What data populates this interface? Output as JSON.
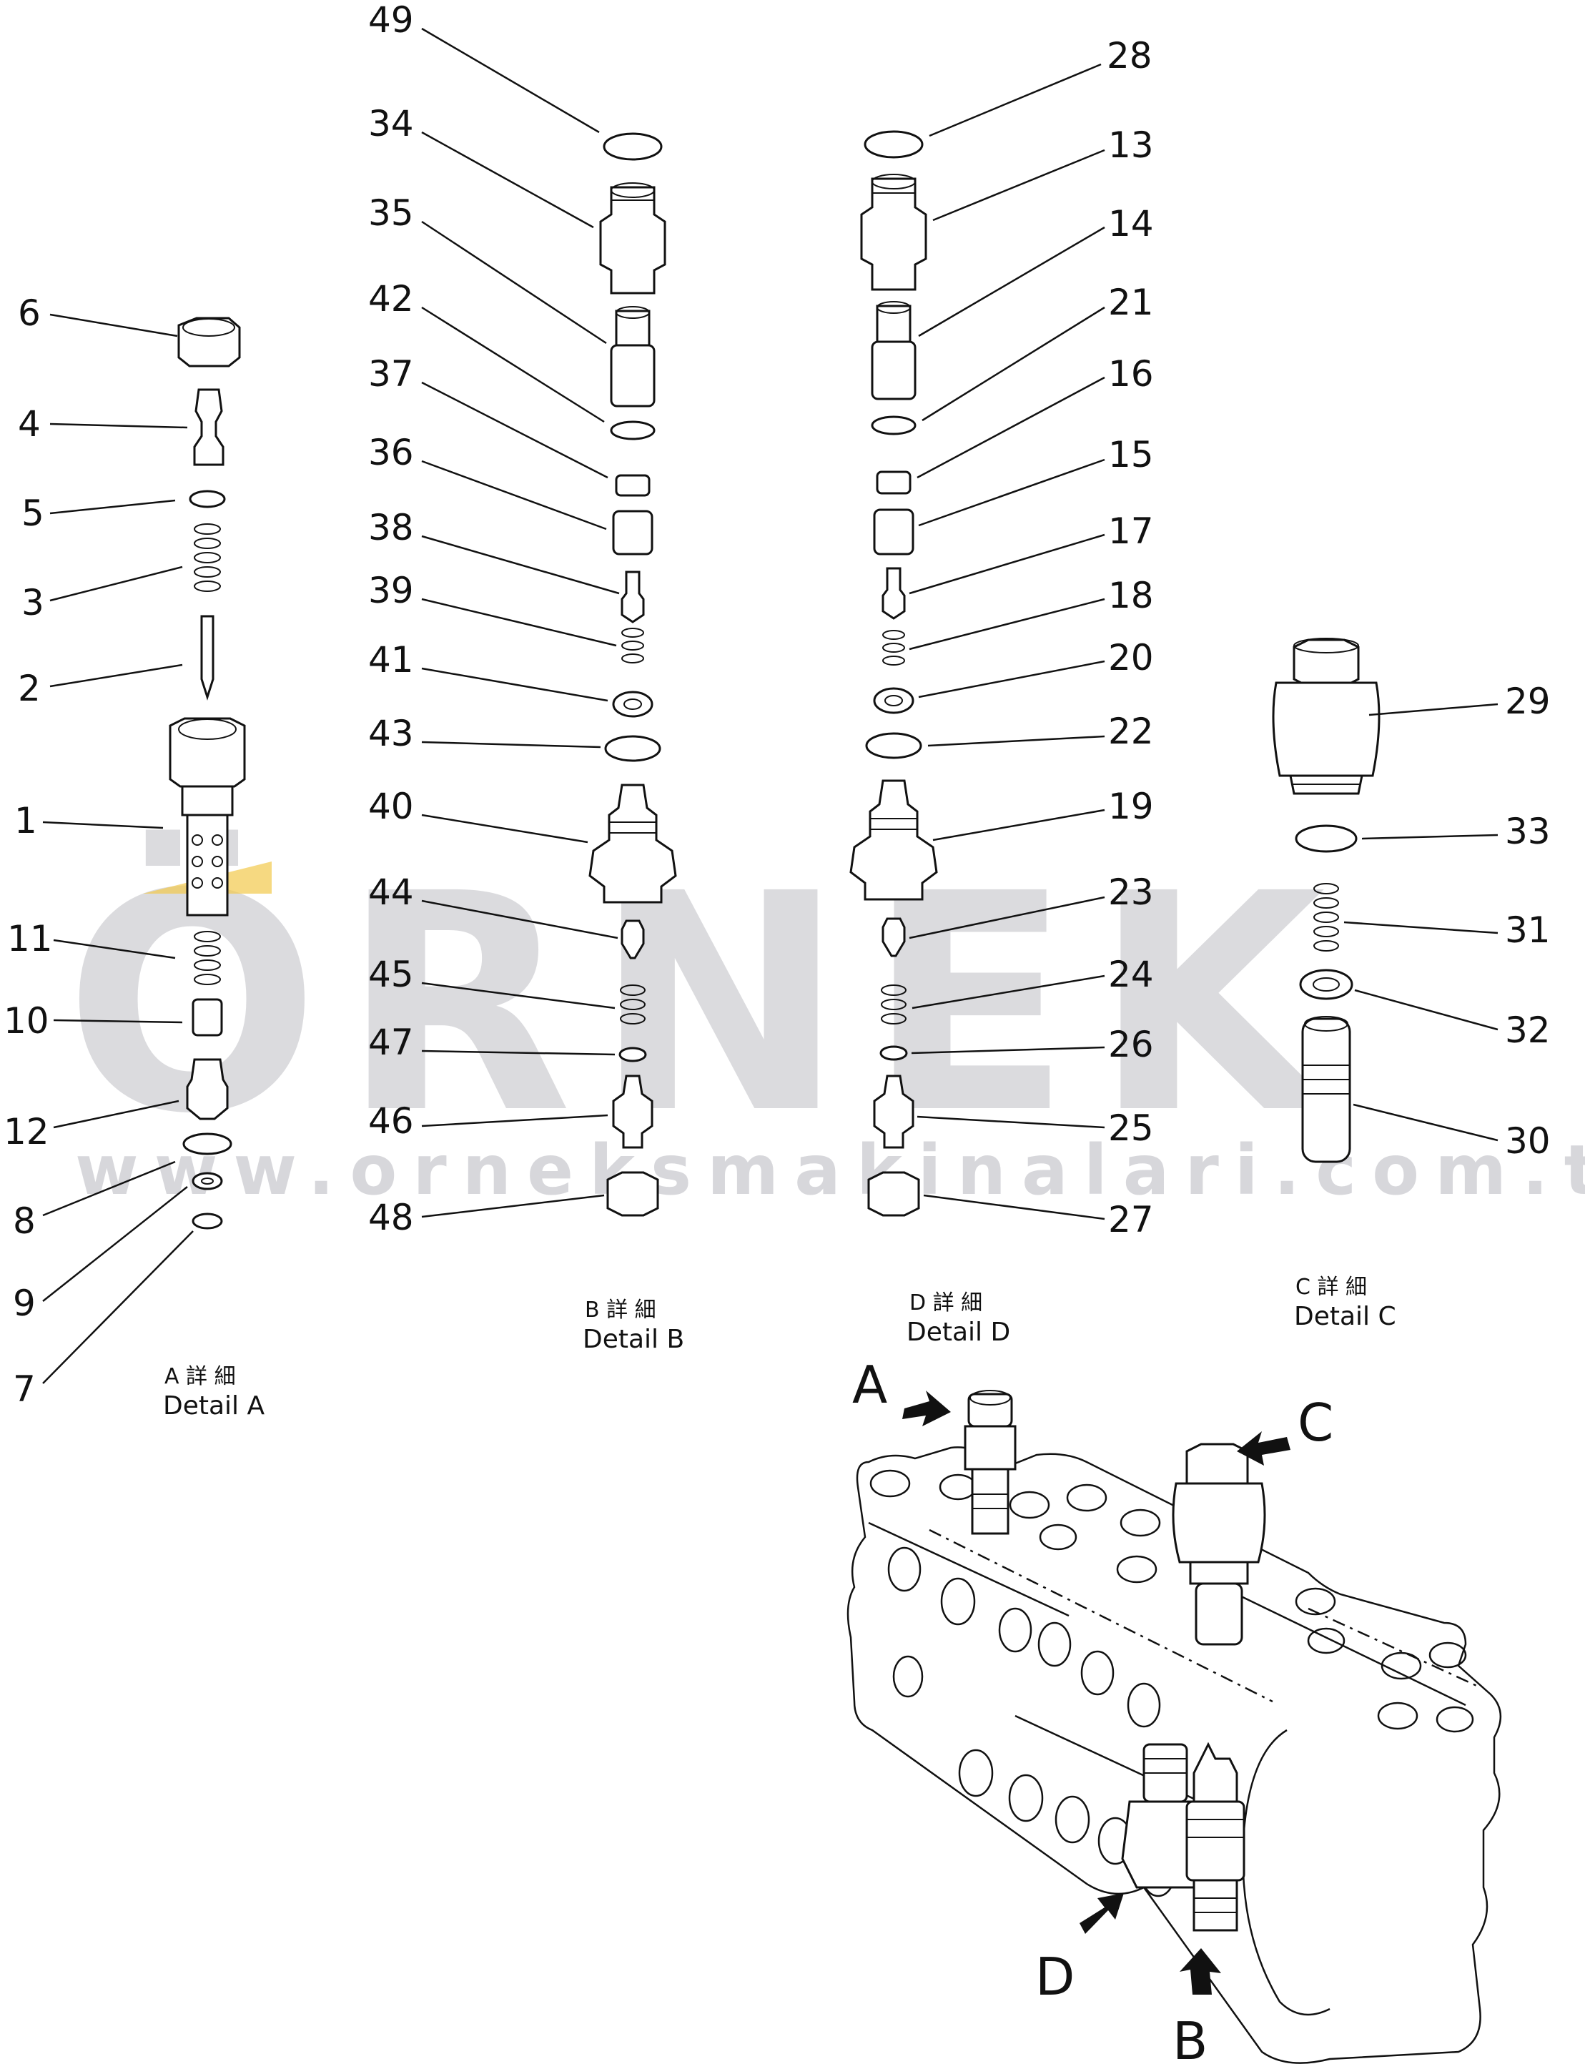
{
  "watermark": {
    "brand": "ÖRNEK",
    "url": "www.orneksmakinalari.com.tr"
  },
  "details": {
    "A": {
      "jp": "A 詳 細",
      "en": "Detail A"
    },
    "B": {
      "jp": "B 詳 細",
      "en": "Detail B"
    },
    "C": {
      "jp": "C 詳 細",
      "en": "Detail C"
    },
    "D": {
      "jp": "D 詳 細",
      "en": "Detail D"
    }
  },
  "view_letters": {
    "A": "A",
    "B": "B",
    "C": "C",
    "D": "D"
  },
  "callouts": {
    "c1": "1",
    "c2": "2",
    "c3": "3",
    "c4": "4",
    "c5": "5",
    "c6": "6",
    "c7": "7",
    "c8": "8",
    "c9": "9",
    "c10": "10",
    "c11": "11",
    "c12": "12",
    "c13": "13",
    "c14": "14",
    "c15": "15",
    "c16": "16",
    "c17": "17",
    "c18": "18",
    "c19": "19",
    "c20": "20",
    "c21": "21",
    "c22": "22",
    "c23": "23",
    "c24": "24",
    "c25": "25",
    "c26": "26",
    "c27": "27",
    "c28": "28",
    "c29": "29",
    "c30": "30",
    "c31": "31",
    "c32": "32",
    "c33": "33",
    "c34": "34",
    "c35": "35",
    "c36": "36",
    "c37": "37",
    "c38": "38",
    "c39": "39",
    "c40": "40",
    "c41": "41",
    "c42": "42",
    "c43": "43",
    "c44": "44",
    "c45": "45",
    "c46": "46",
    "c47": "47",
    "c48": "48",
    "c49": "49"
  }
}
